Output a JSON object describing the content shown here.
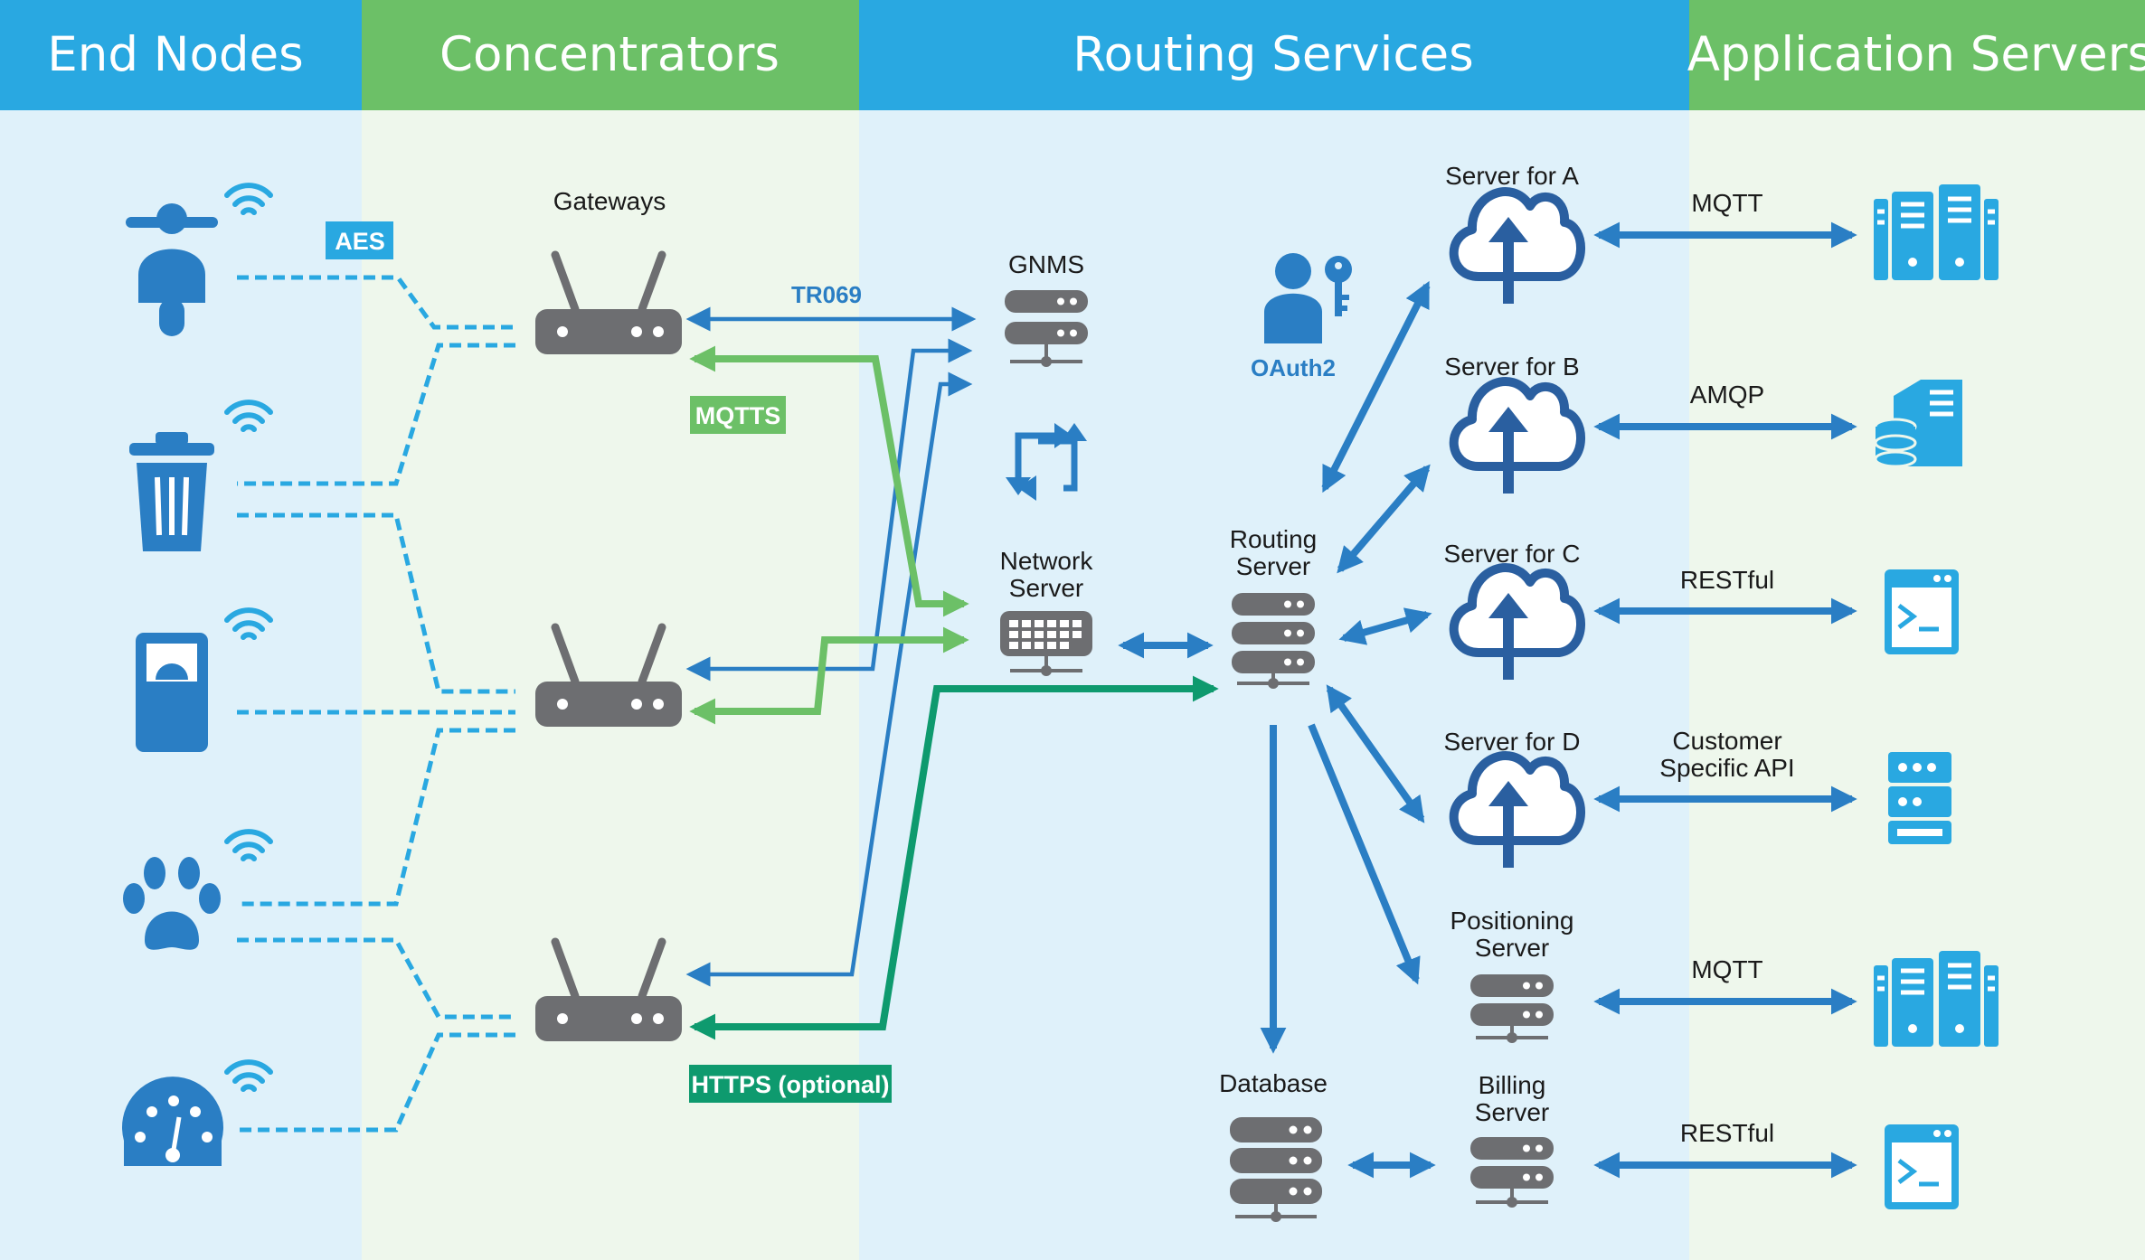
{
  "columns": {
    "end_nodes": "End Nodes",
    "concentrators": "Concentrators",
    "routing_services": "Routing Services",
    "application_servers": "Application Servers"
  },
  "tags": {
    "aes": "AES",
    "mqtts": "MQTTS",
    "https": "HTTPS (optional)",
    "tr069": "TR069",
    "oauth2": "OAuth2"
  },
  "labels": {
    "gateways": "Gateways",
    "gnms": "GNMS",
    "network_server": [
      "Network",
      "Server"
    ],
    "routing_server": [
      "Routing",
      "Server"
    ],
    "database": "Database",
    "billing_server": [
      "Billing",
      "Server"
    ],
    "positioning_server": [
      "Positioning",
      "Server"
    ],
    "server_a": "Server for A",
    "server_b": "Server for B",
    "server_c": "Server for C",
    "server_d": "Server for D"
  },
  "protocols": {
    "a": "MQTT",
    "b": "AMQP",
    "c": "RESTful",
    "d": [
      "Customer",
      "Specific API"
    ],
    "positioning": "MQTT",
    "billing": "RESTful"
  },
  "colors": {
    "blue_header": "#29a8e1",
    "green_header": "#6cc067",
    "blue_bg": "#dff1fa",
    "green_bg": "#eef7ec",
    "icon_blue": "#2a7ec4",
    "device_gray": "#6d6e71",
    "mqtts_green": "#6cc067",
    "https_green": "#0e9a6e"
  }
}
